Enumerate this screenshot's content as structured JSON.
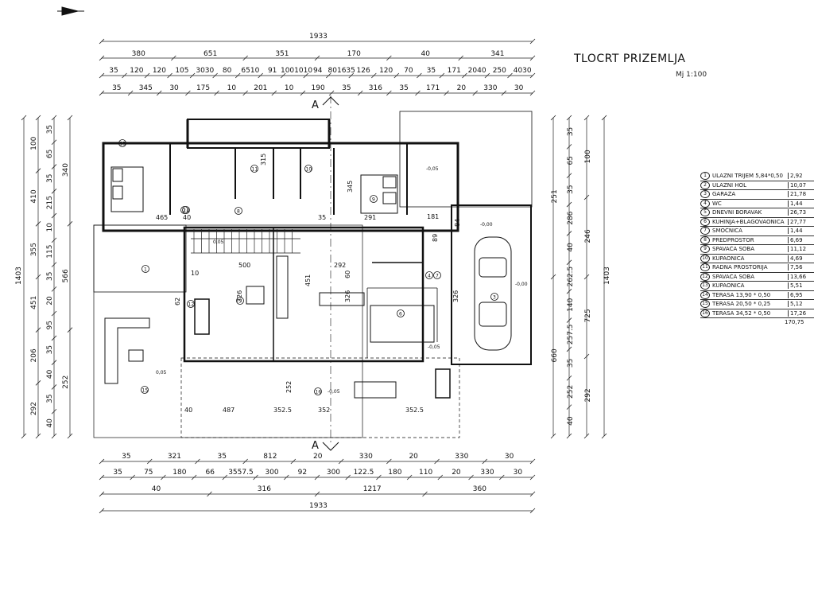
{
  "title": "TLOCRT PRIZEMLJA",
  "scale": "Mj 1:100",
  "section_mark": "A",
  "dims_top": {
    "row1": [
      "1933"
    ],
    "row2": [
      "380",
      "651",
      "351",
      "170",
      "40",
      "341"
    ],
    "row3": [
      "35",
      "120",
      "120",
      "105",
      "3030",
      "80",
      "6510",
      "91",
      "1001010",
      "94",
      "801635",
      "126",
      "120",
      "70",
      "35",
      "171",
      "2040",
      "250",
      "4030"
    ],
    "row4": [
      "35",
      "345",
      "30",
      "175",
      "10",
      "201",
      "10",
      "190",
      "35",
      "316",
      "35",
      "171",
      "20",
      "330",
      "30"
    ]
  },
  "dims_bottom": {
    "row1": [
      "35",
      "321",
      "35",
      "812",
      "20",
      "330",
      "20",
      "330",
      "30"
    ],
    "row2": [
      "35",
      "75",
      "180",
      "66",
      "3557.5",
      "300",
      "92",
      "300",
      "122.5",
      "180",
      "110",
      "20",
      "330",
      "30"
    ],
    "row3": [
      "40",
      "316",
      "1217",
      "360"
    ],
    "row4": [
      "1933"
    ]
  },
  "dims_left": {
    "outer": [
      "1403"
    ],
    "mid": [
      "100",
      "410",
      "355",
      "451",
      "206",
      "292"
    ],
    "inner": [
      "35",
      "65",
      "35",
      "215",
      "10",
      "115",
      "35",
      "20",
      "95",
      "35",
      "40",
      "35",
      "40"
    ],
    "room": [
      "340",
      "566",
      "252"
    ]
  },
  "dims_right": {
    "outer": [
      "1403"
    ],
    "mid": [
      "100",
      "246",
      "725",
      "292"
    ],
    "inner": [
      "35",
      "65",
      "35",
      "286",
      "40",
      "262.5",
      "140",
      "257.5",
      "35",
      "252",
      "40"
    ],
    "room": [
      "251",
      "660"
    ]
  },
  "room_dims": [
    "465",
    "40",
    "35",
    "291",
    "500",
    "292",
    "326",
    "451",
    "326",
    "326",
    "487",
    "352.5",
    "352",
    "352.5",
    "40",
    "252",
    "315",
    "345",
    "181",
    "89",
    "84",
    "62",
    "10",
    "60"
  ],
  "room_numbers": [
    "1",
    "2",
    "3",
    "4",
    "5",
    "6",
    "7",
    "8",
    "9",
    "10",
    "11",
    "12",
    "13",
    "14",
    "15",
    "16"
  ],
  "level_marks": [
    "-0,05",
    "-0,05",
    "-0,05",
    "0,05",
    "0,05",
    "-0,00",
    "-0,00"
  ],
  "legend": {
    "rows": [
      {
        "num": "1",
        "name": "ULAZNI TRIJEM 5,84*0,50",
        "area": "2,92"
      },
      {
        "num": "2",
        "name": "ULAZNI HOL",
        "area": "10,07"
      },
      {
        "num": "3",
        "name": "GARAŽA",
        "area": "21,78"
      },
      {
        "num": "4",
        "name": "WC",
        "area": "1,44"
      },
      {
        "num": "5",
        "name": "DNEVNI BORAVAK",
        "area": "26,73"
      },
      {
        "num": "6",
        "name": "KUHINJA+BLAGOVAONICA",
        "area": "27,77"
      },
      {
        "num": "7",
        "name": "SMOČNICA",
        "area": "1,44"
      },
      {
        "num": "8",
        "name": "PREDPROSTOR",
        "area": "6,69"
      },
      {
        "num": "9",
        "name": "SPAVAĆA SOBA",
        "area": "11,12"
      },
      {
        "num": "10",
        "name": "KUPAONICA",
        "area": "4,69"
      },
      {
        "num": "11",
        "name": "RADNA PROSTORIJA",
        "area": "7,56"
      },
      {
        "num": "12",
        "name": "SPAVAĆA SOBA",
        "area": "13,66"
      },
      {
        "num": "13",
        "name": "KUPAONICA",
        "area": "5,51"
      },
      {
        "num": "14",
        "name": "TERASA 13,90 * 0,50",
        "area": "6,95"
      },
      {
        "num": "15",
        "name": "TERASA 20,50 * 0,25",
        "area": "5,12"
      },
      {
        "num": "16",
        "name": "TERASA 34,52 * 0,50",
        "area": "17,26"
      }
    ],
    "total": "170,75"
  }
}
